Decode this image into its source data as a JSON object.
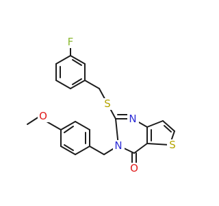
{
  "molecule": {
    "atom_labels": {
      "F": "F",
      "S_thioether": "S",
      "N1": "N",
      "N3": "N",
      "S_thiophene": "S",
      "O_carbonyl": "O",
      "O_methoxy": "O"
    },
    "colors": {
      "bond": "#1c1c1c",
      "F": "#8ab82f",
      "S": "#b5a400",
      "N": "#2b2bd6",
      "O": "#e01b1b"
    }
  }
}
